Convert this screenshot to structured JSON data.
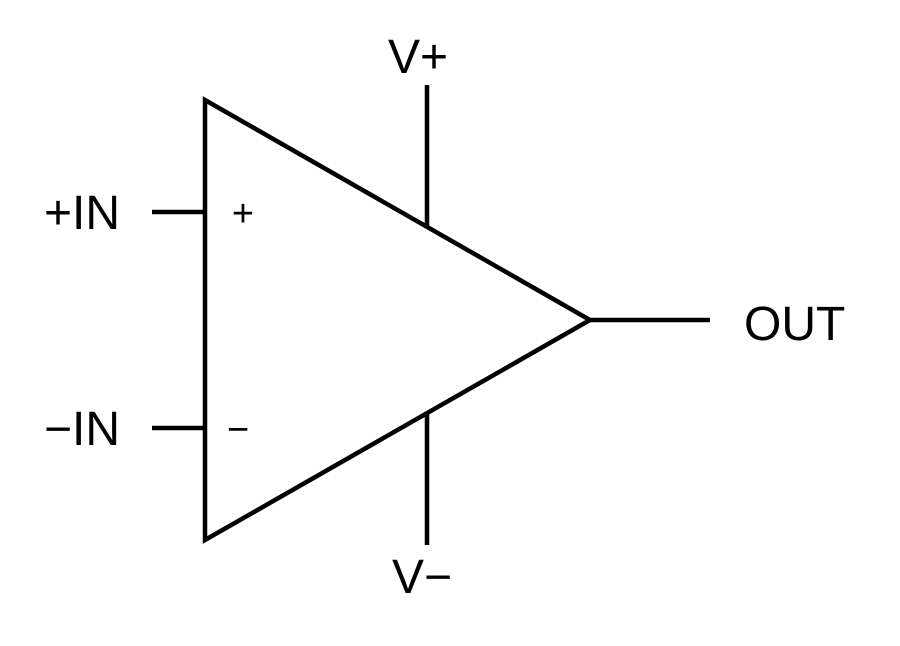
{
  "diagram": {
    "labels": {
      "in_plus": "+IN",
      "in_minus": "−IN",
      "supply_pos": "V+",
      "supply_neg": "V−",
      "out": "OUT",
      "noninverting_sign": "+",
      "inverting_sign": "−"
    },
    "colors": {
      "stroke": "#000000",
      "text": "#000000",
      "background": "#ffffff"
    }
  }
}
